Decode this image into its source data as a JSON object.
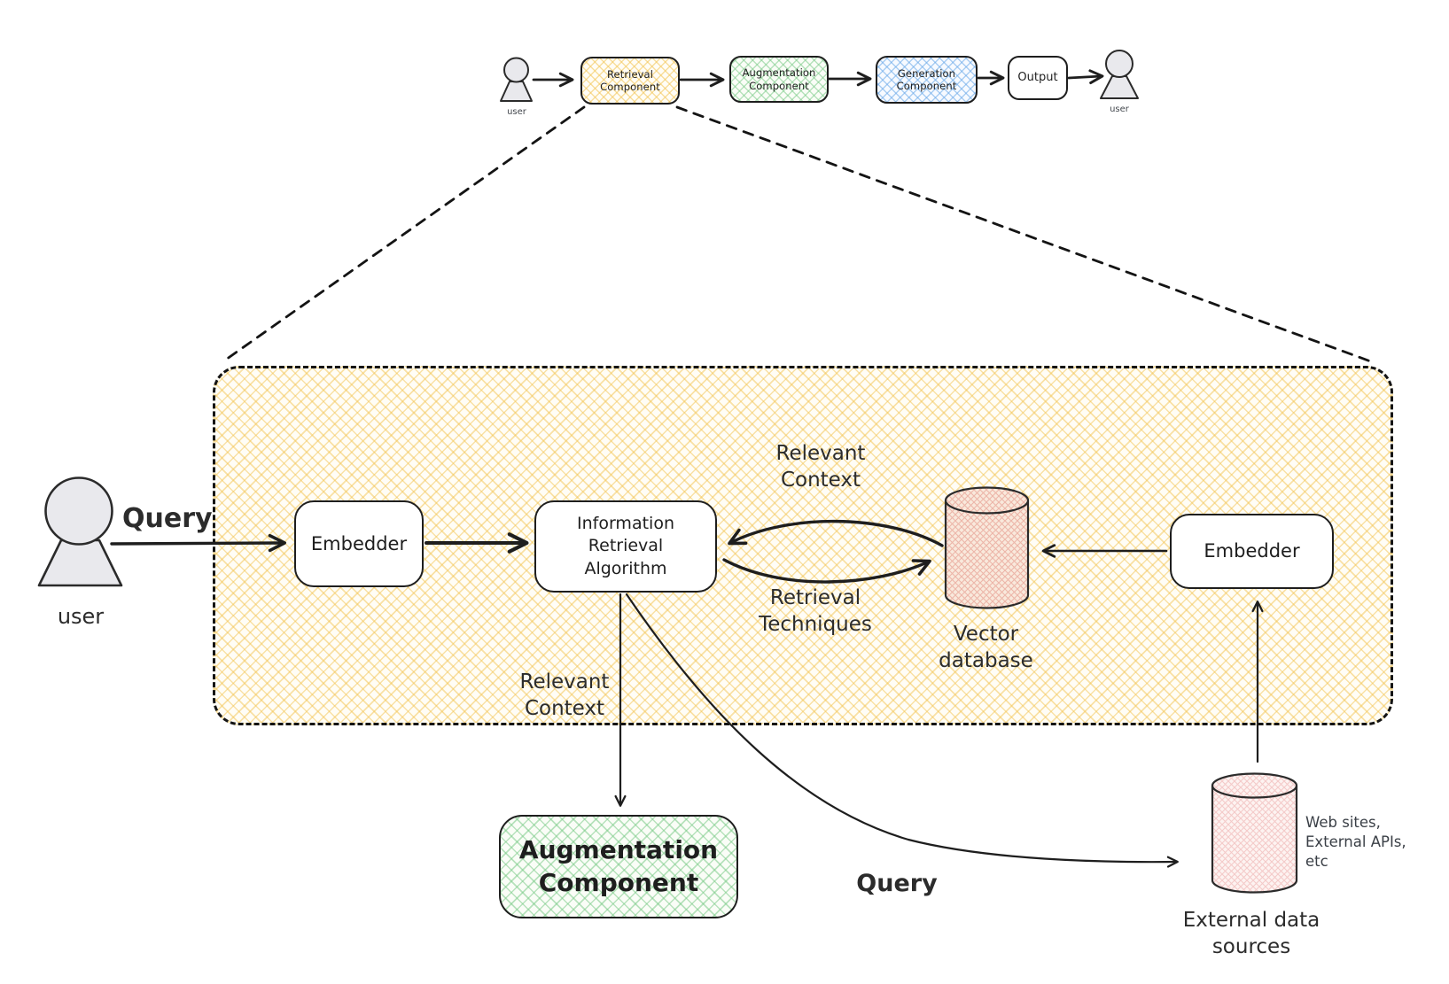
{
  "title": "RAG retrieval component detail diagram",
  "colors": {
    "ink": "#1e1e1e",
    "yellow_accent": "#f2c94c",
    "green_accent": "#74c882",
    "blue_accent": "#6aa9e9",
    "peach_accent": "#e08273",
    "pink_accent": "#e99696",
    "person_fill": "#e9e9ed"
  },
  "top_flow": {
    "user_left_label": "user",
    "retrieval_line1": "Retrieval",
    "retrieval_line2": "Component",
    "augmentation_line1": "Augmentation",
    "augmentation_line2": "Component",
    "generation_line1": "Generation",
    "generation_line2": "Component",
    "output_label": "Output",
    "user_right_label": "user"
  },
  "detail": {
    "user_label": "user",
    "query_label": "Query",
    "embedder_left_label": "Embedder",
    "ira_line1": "Information",
    "ira_line2": "Retrieval",
    "ira_line3": "Algorithm",
    "relevant_context_top_line1": "Relevant",
    "relevant_context_top_line2": "Context",
    "retrieval_techniques_line1": "Retrieval",
    "retrieval_techniques_line2": "Techniques",
    "vector_db_line1": "Vector",
    "vector_db_line2": "database",
    "embedder_right_label": "Embedder",
    "relevant_context_left_line1": "Relevant",
    "relevant_context_left_line2": "Context",
    "augmentation_line1": "Augmentation",
    "augmentation_line2": "Component",
    "query_bottom_label": "Query",
    "external_note_line1": "Web sites,",
    "external_note_line2": "External APIs,",
    "external_note_line3": "etc",
    "external_db_line1": "External data",
    "external_db_line2": "sources"
  }
}
